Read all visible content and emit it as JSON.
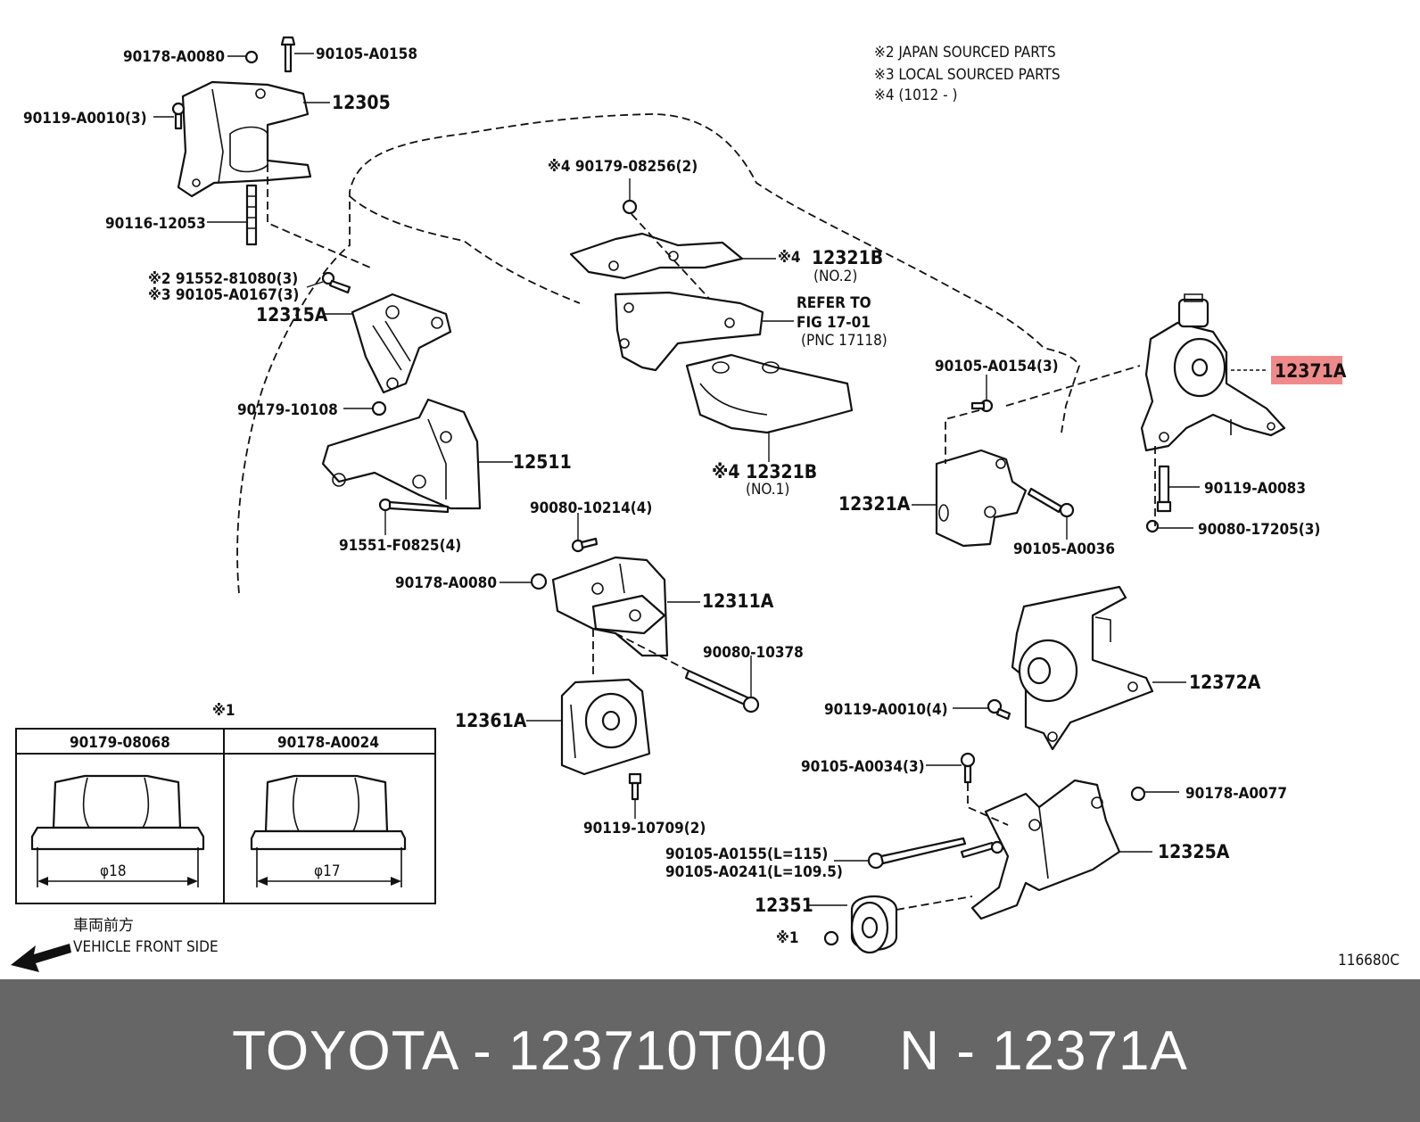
{
  "footer": {
    "brand_part": "TOYOTA - 123710T040",
    "ref": "N - 12371A"
  },
  "notes": {
    "line1": "※2 JAPAN SOURCED PARTS",
    "line2": "※3 LOCAL SOURCED PARTS",
    "line3": "※4 (1012 -        )",
    "refer1": "REFER TO",
    "refer2": "FIG 17-01",
    "refer3": "(PNC 17118)",
    "front_jp": "車両前方",
    "front_en": "VEHICLE FRONT SIDE",
    "image_code": "116680C"
  },
  "labels": {
    "p90178_A0080_top": "90178-A0080",
    "p90105_A0158": "90105-A0158",
    "p90119_A0010_3": "90119-A0010(3)",
    "p12305": "12305",
    "p90116_12053": "90116-12053",
    "p91552": "※2 91552-81080(3)",
    "p90105_A0167": "※3 90105-A0167(3)",
    "p12315A": "12315A",
    "p90179_10108": "90179-10108",
    "p12511": "12511",
    "p91551": "91551-F0825(4)",
    "p90179_08256": "※4 90179-08256(2)",
    "p12321B_top_mark": "※4",
    "p12321B_top": "12321B",
    "p12321B_top_no": "(NO.2)",
    "p12321B_bot": "※4 12321B",
    "p12321B_bot_no": "(NO.1)",
    "p90080_10214": "90080-10214(4)",
    "p90178_A0080_mid": "90178-A0080",
    "p12311A": "12311A",
    "p90080_10378": "90080-10378",
    "p12361A": "12361A",
    "p90119_10709": "90119-10709(2)",
    "p90105_A0154": "90105-A0154(3)",
    "p12371A": "12371A",
    "p12321A": "12321A",
    "p90105_A0036": "90105-A0036",
    "p90119_A0083": "90119-A0083",
    "p90080_17205": "90080-17205(3)",
    "p12372A": "12372A",
    "p90119_A0010_4": "90119-A0010(4)",
    "p90105_A0034": "90105-A0034(3)",
    "p90178_A0077": "90178-A0077",
    "p90105_A0155": "90105-A0155(L=115)",
    "p90105_A0241": "90105-A0241(L=109.5)",
    "p12325A": "12325A",
    "p12351": "12351",
    "p_mark1_small": "※1",
    "table_mark": "※1",
    "table_col1": "90179-08068",
    "table_col2": "90178-A0024",
    "dia18": "φ18",
    "dia17": "φ17"
  },
  "highlight": {
    "color": "#f08a8a",
    "target": "12371A"
  }
}
